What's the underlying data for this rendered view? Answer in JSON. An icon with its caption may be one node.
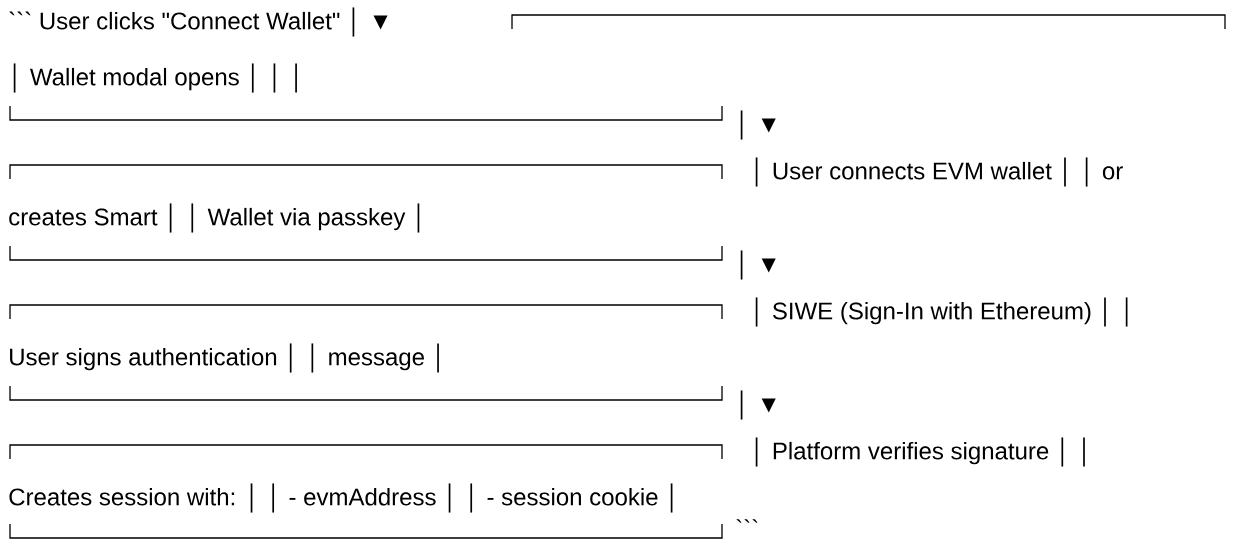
{
  "diagram": {
    "labels": [
      "``` User clicks \"Connect Wallet\" │ ▼",
      "│ Wallet modal opens │ │ │",
      "│ ▼",
      "│ User connects EVM wallet │ │ or",
      "creates Smart │ │ Wallet via passkey │",
      "│ ▼",
      "│ SIWE (Sign-In with Ethereum) │ │",
      "User signs authentication │ │ message │",
      "│ ▼",
      "│ Platform verifies signature │ │",
      "Creates session with: │ │ - evmAddress │ │ - session cookie │",
      "```"
    ]
  }
}
